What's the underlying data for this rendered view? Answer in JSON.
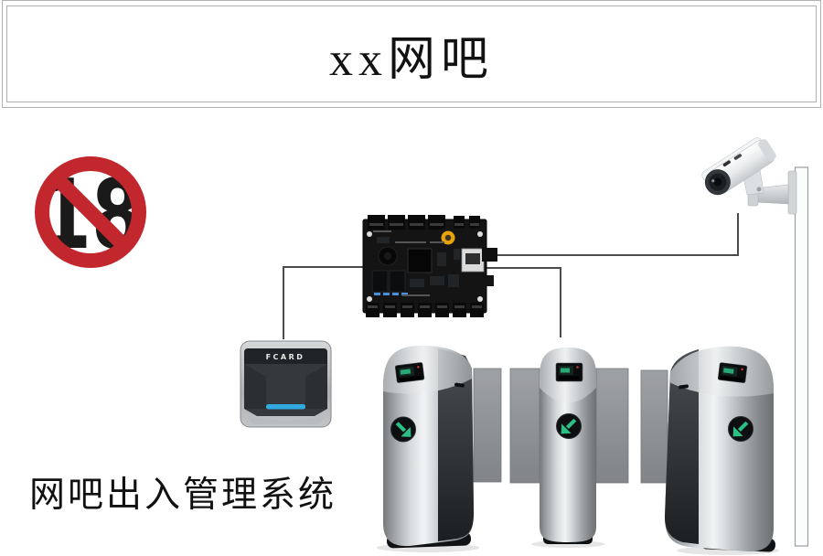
{
  "header": {
    "title": "xx网吧"
  },
  "footer": {
    "label": "网吧出入管理系统"
  },
  "age_sign": {
    "text": "18"
  },
  "card_reader": {
    "brand": "FCARD"
  },
  "turnstiles": {
    "count": 3,
    "arrow_icons": [
      "arrow-down-right-icon",
      "arrow-down-left-icon",
      "arrow-down-left-icon"
    ]
  },
  "colors": {
    "ban_red": "#c1272d",
    "arrow_green": "#2bbf86",
    "led_blue": "#31aae2",
    "wire": "#4b4b4b"
  }
}
